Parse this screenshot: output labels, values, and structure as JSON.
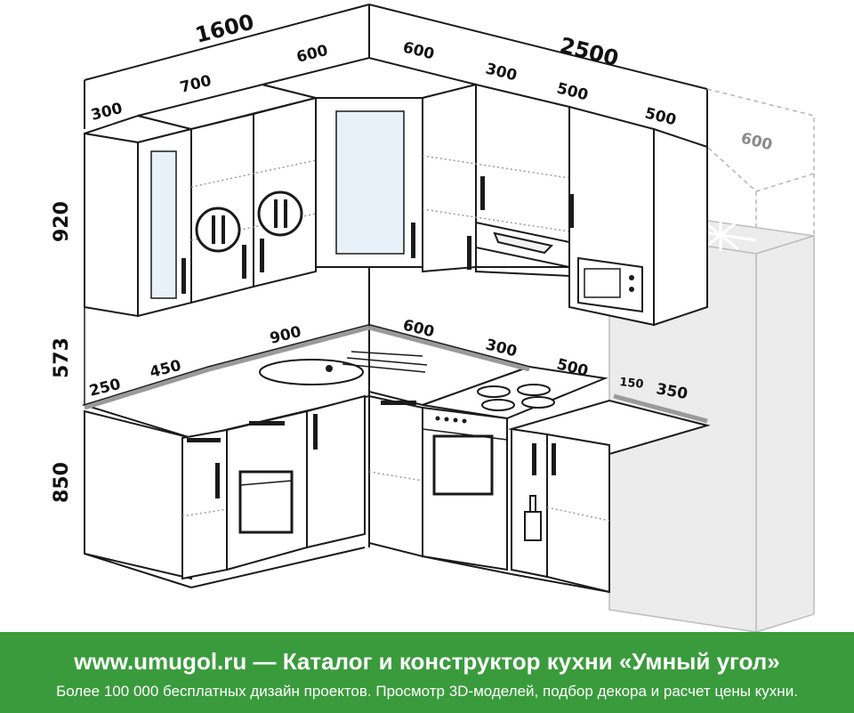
{
  "dimensions": {
    "left_total": "1600",
    "right_total": "2500",
    "upper_left_300": "300",
    "upper_left_700": "700",
    "upper_left_600": "600",
    "upper_right_600": "600",
    "upper_right_300": "300",
    "upper_right_500a": "500",
    "upper_right_500b": "500",
    "fridge_600": "600",
    "height_920": "920",
    "height_573": "573",
    "height_850": "850",
    "lower_250": "250",
    "lower_450": "450",
    "lower_900": "900",
    "lower_600": "600",
    "lower_300": "300",
    "lower_500": "500",
    "lower_150": "150",
    "lower_350": "350"
  },
  "banner": {
    "title": "www.umugol.ru — Каталог и конструктор кухни «Умный угол»",
    "subtitle": "Более 100 000 бесплатных дизайн проектов. Просмотр 3D-моделей, подбор декора и расчет цены кухни."
  },
  "colors": {
    "banner_green": "#3a9b3c",
    "line": "#1a1a1a",
    "fridge_gray": "#ececec"
  }
}
